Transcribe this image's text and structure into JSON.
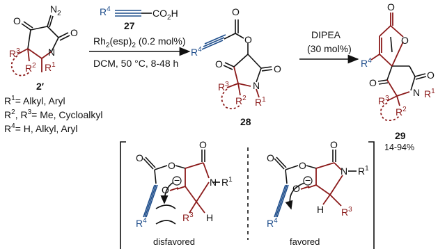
{
  "colors": {
    "black": "#111111",
    "red": "#8B1A1A",
    "blue": "#1F4E8C"
  },
  "reaction1": {
    "reagent_r": "R",
    "reagent_r_sup": "4",
    "reagent_acid": "CO",
    "reagent_acid_sub": "2",
    "reagent_acid_tail": "H",
    "reagent_number": "27",
    "catalyst_rh": "Rh",
    "catalyst_rh_sub": "2",
    "catalyst_ligand": "(esp)",
    "catalyst_ligand_sub": "2",
    "catalyst_loading": " (0.2 mol%)",
    "conditions": "DCM, 50 °C, 8-48 h"
  },
  "reaction2": {
    "base": "DIPEA",
    "loading": "(30 mol%)"
  },
  "start_material": {
    "number": "2′",
    "n2_label": "N",
    "n2_sub": "2",
    "o1": "O",
    "o2": "O",
    "n": "N",
    "r1": "R",
    "r1_sup": "1",
    "r2": "R",
    "r2_sup": "2",
    "r3": "R",
    "r3_sup": "3",
    "substituents": [
      {
        "r": "R",
        "sup": "1",
        "text": "= Alkyl, Aryl"
      },
      {
        "r": "R",
        "sup": "2",
        "mid": ", R",
        "sup2": "3",
        "text": "= Me, Cycloalkyl"
      },
      {
        "r": "R",
        "sup": "4",
        "text": "= H, Alkyl, Aryl"
      }
    ]
  },
  "intermediate": {
    "number": "28",
    "o_ester": "O",
    "o_link": "O",
    "o_ring1": "O",
    "o_ring2": "O",
    "n": "N",
    "r1": "R",
    "r1_sup": "1",
    "r2": "R",
    "r2_sup": "2",
    "r3": "R",
    "r3_sup": "3",
    "r4": "R",
    "r4_sup": "4"
  },
  "product": {
    "number": "29",
    "yield": "14-94%",
    "o_lactone": "O",
    "o_ring": "O",
    "o_c1": "O",
    "o_c2": "O",
    "n": "N",
    "r1": "R",
    "r1_sup": "1",
    "r2": "R",
    "r2_sup": "2",
    "r3": "R",
    "r3_sup": "3",
    "r4": "R",
    "r4_sup": "4"
  },
  "transition_states": {
    "left_label": "disfavored",
    "right_label": "favored",
    "o": "O",
    "n": "N",
    "h": "H",
    "charge": "−",
    "r1": "R",
    "r1_sup": "1",
    "r3": "R",
    "r3_sup": "3",
    "r4": "R",
    "r4_sup": "4"
  }
}
